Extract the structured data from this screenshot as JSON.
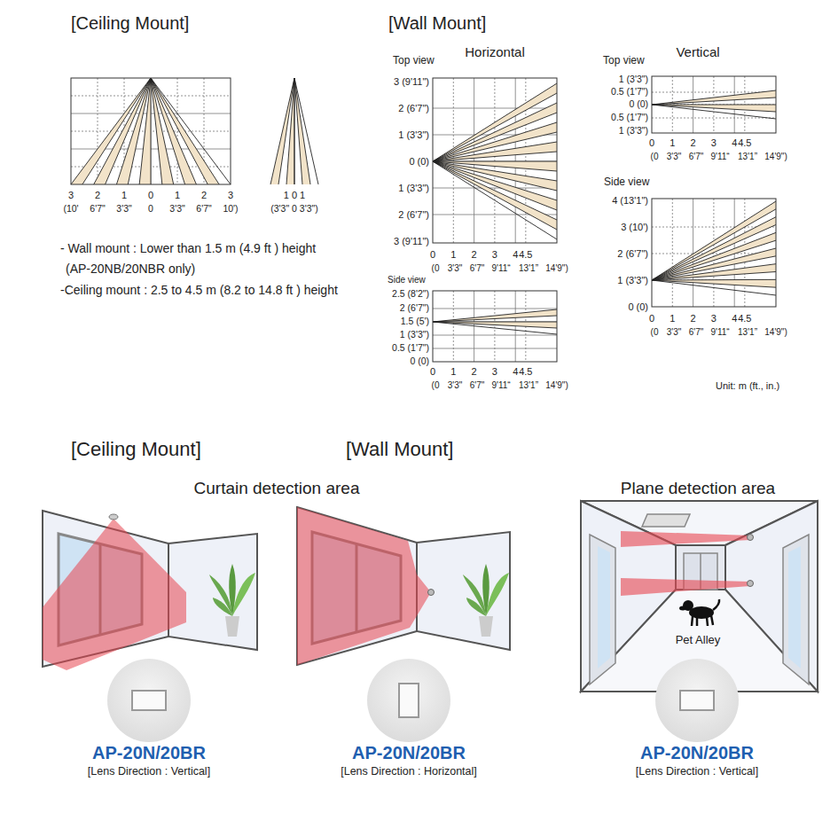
{
  "diagram": {
    "labels": [
      "[Ceiling Mount]",
      "[Wall Mount]",
      "Horizontal",
      "Vertical",
      "Top view",
      "3 (9'11\")",
      "2 (6'7\")",
      "1 (3'3\")",
      "0 (0)",
      "1 (3'3\")",
      "2 (6'7\")",
      "3 (9'11\")",
      "0",
      "1",
      "2",
      "3",
      "4",
      "4.5",
      "(0",
      "3'3\"",
      "6'7\"",
      "9'11“",
      "13'1”",
      "14'9\")",
      "Top view",
      "1 (3'3\")",
      "0.5 (1'7\")",
      "0 (0)",
      "0.5 (1'7\")",
      "1 (3'3\")",
      "0",
      "1",
      "2",
      "3",
      "4",
      "4.5",
      "(0",
      "3'3\"",
      "6'7\"",
      "9'11“",
      "13'1”",
      "14'9\")",
      "Side view",
      "4 (13'1\")",
      "3 (10')",
      "2 (6'7\")",
      "1 (3'3\")",
      "0 (0)",
      "0",
      "1",
      "2",
      "3",
      "4",
      "4.5",
      "(0",
      "3'3\"",
      "6'7\"",
      "9'11“",
      "13'1”",
      "14'9\")",
      "Side view",
      "2.5 (8'2\")",
      "2 (6'7\")",
      "1.5 (5')",
      "1 (3'3\")",
      "0.5 (1'7\")",
      "0 (0)",
      "0",
      "1",
      "2",
      "3",
      "4",
      "4.5",
      "(0",
      "3'3\"",
      "6'7\"",
      "9'11“",
      "13'1”",
      "14'9\")",
      "3",
      "2",
      "1",
      "0",
      "1",
      "2",
      "3",
      "(10'",
      "6'7\"",
      "3'3\"",
      "0",
      "3'3\"",
      "6'7\"",
      "10')",
      "1 0 1",
      "(3'3\" 0 3'3\")",
      "- Wall mount : Lower than 1.5 m (4.9 ft ) height",
      "(AP-20NB/20NBR only)",
      "-Ceiling mount : 2.5 to 4.5 m (8.2 to 14.8 ft ) height",
      "Unit: m (ft., in.)",
      "[Ceiling Mount]",
      "[Wall Mount]",
      "Curtain detection area",
      "Plane detection area",
      "Pet Alley",
      "AP-20N/20BR",
      "[Lens Direction : Vertical]",
      "AP-20N/20BR",
      "[Lens Direction : Horizontal]",
      "AP-20N/20BR",
      "[Lens Direction : Vertical]"
    ]
  }
}
